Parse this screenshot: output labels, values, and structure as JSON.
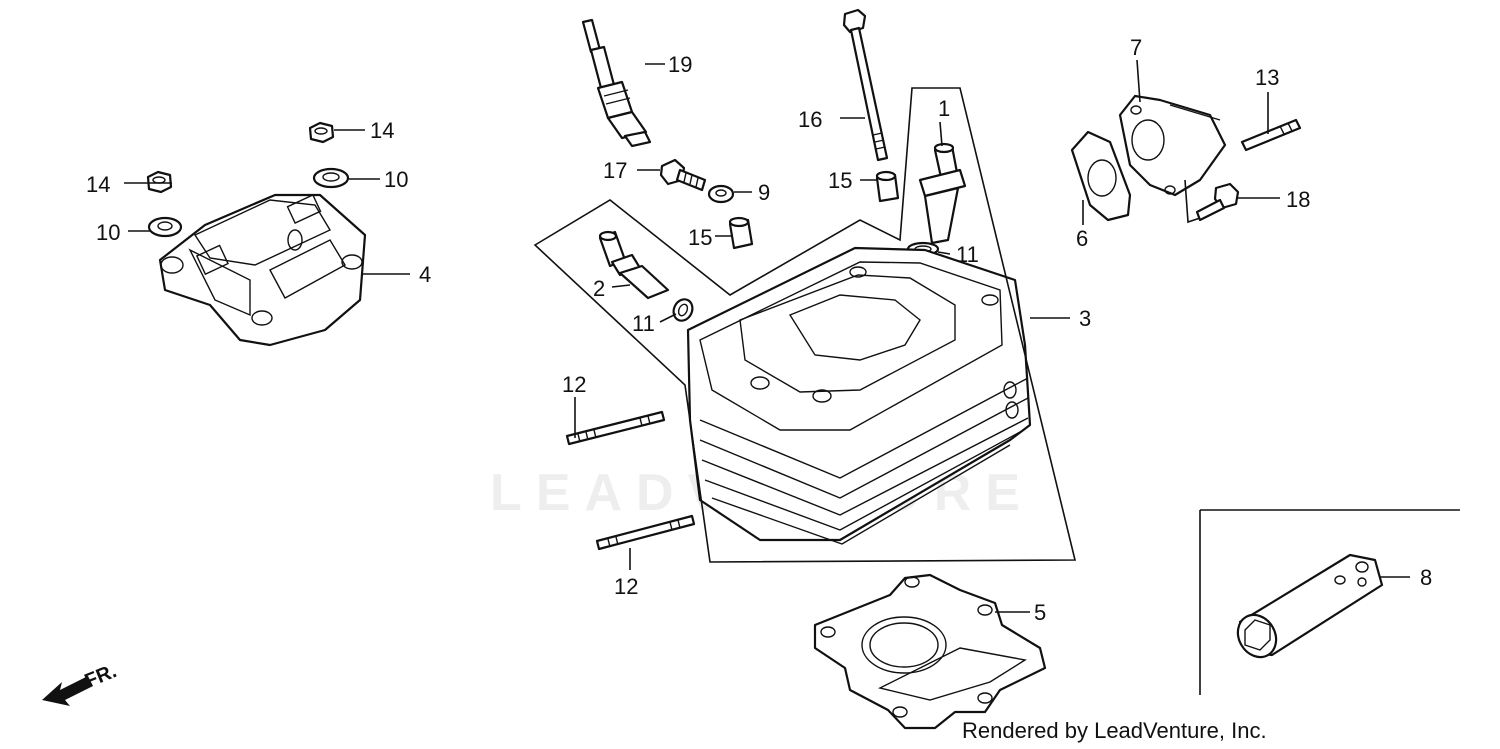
{
  "watermark": "LEADVENTURE",
  "credit": "Rendered by LeadVenture, Inc.",
  "front_marker": "FR.",
  "callouts": {
    "c1": "1",
    "c2": "2",
    "c3": "3",
    "c4": "4",
    "c5": "5",
    "c6": "6",
    "c7": "7",
    "c8": "8",
    "c9": "9",
    "c10a": "10",
    "c10b": "10",
    "c11a": "11",
    "c11b": "11",
    "c12a": "12",
    "c12b": "12",
    "c13": "13",
    "c14a": "14",
    "c14b": "14",
    "c15a": "15",
    "c15b": "15",
    "c16": "16",
    "c17": "17",
    "c18": "18",
    "c19": "19"
  }
}
